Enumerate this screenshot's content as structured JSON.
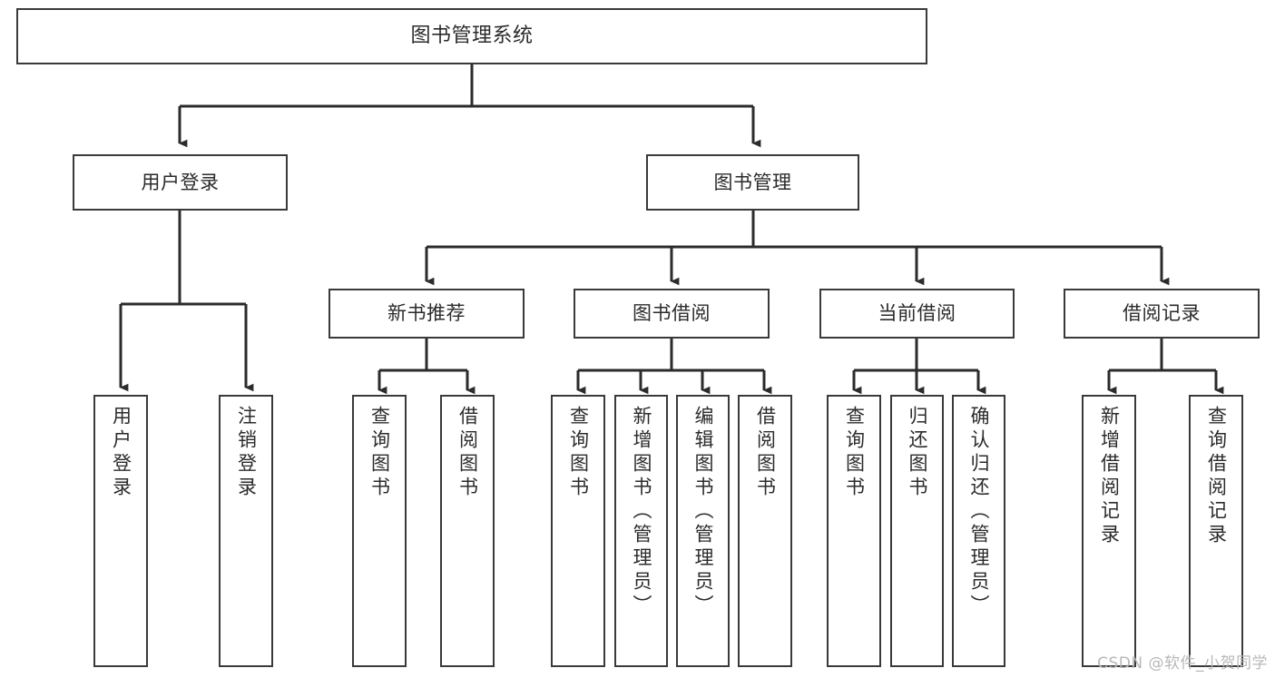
{
  "diagram": {
    "title": "图书管理系统",
    "type": "functional-structure-tree",
    "watermark": "CSDN @软件_小贺同学",
    "colors": {
      "box_border": "#3a3a3a",
      "box_fill": "#ffffff",
      "connector": "#2b2b2b",
      "text": "#2b2b2b",
      "watermark": "#b8b8b8"
    },
    "root": {
      "label": "图书管理系统"
    },
    "level1": [
      {
        "id": "user-login",
        "label": "用户登录"
      },
      {
        "id": "book-admin",
        "label": "图书管理"
      }
    ],
    "level2": [
      {
        "id": "new-book-rec",
        "label": "新书推荐"
      },
      {
        "id": "book-borrow",
        "label": "图书借阅"
      },
      {
        "id": "current-borrow",
        "label": "当前借阅"
      },
      {
        "id": "borrow-record",
        "label": "借阅记录"
      }
    ],
    "leaves": {
      "user_login": [
        {
          "id": "leaf-user-login",
          "label": "用户登录"
        },
        {
          "id": "leaf-logout",
          "label": "注销登录"
        }
      ],
      "new_book_rec": [
        {
          "id": "leaf-query-book-1",
          "label": "查询图书"
        },
        {
          "id": "leaf-borrow-book-1",
          "label": "借阅图书"
        }
      ],
      "book_borrow": [
        {
          "id": "leaf-query-book-2",
          "label": "查询图书"
        },
        {
          "id": "leaf-add-book",
          "label": "新增图书（管理员）"
        },
        {
          "id": "leaf-edit-book",
          "label": "编辑图书（管理员）"
        },
        {
          "id": "leaf-borrow-book-2",
          "label": "借阅图书"
        }
      ],
      "current_borrow": [
        {
          "id": "leaf-query-book-3",
          "label": "查询图书"
        },
        {
          "id": "leaf-return-book",
          "label": "归还图书"
        },
        {
          "id": "leaf-confirm-return",
          "label": "确认归还（管理员）"
        }
      ],
      "borrow_record": [
        {
          "id": "leaf-add-record",
          "label": "新增借阅记录"
        },
        {
          "id": "leaf-query-record",
          "label": "查询借阅记录"
        }
      ]
    }
  }
}
